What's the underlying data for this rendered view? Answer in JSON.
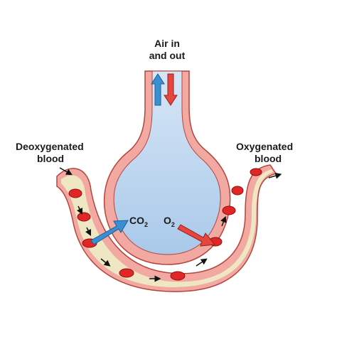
{
  "labels": {
    "air_line1": "Air in",
    "air_line2": "and out",
    "deoxy_line1": "Deoxygenated",
    "deoxy_line2": "blood",
    "oxy_line1": "Oxygenated",
    "oxy_line2": "blood"
  },
  "gases": {
    "co2_main": "CO",
    "co2_sub": "2",
    "o2_main": "O",
    "o2_sub": "2"
  },
  "colors": {
    "alveolus_fill": "#bcd6ee",
    "wall_pink": "#f2a9a2",
    "wall_outline": "#b5443c",
    "capillary_fill": "#efe6c4",
    "red_cell": "#e22626",
    "arrow_blue": "#3a8fd2",
    "arrow_red": "#e5473f"
  }
}
